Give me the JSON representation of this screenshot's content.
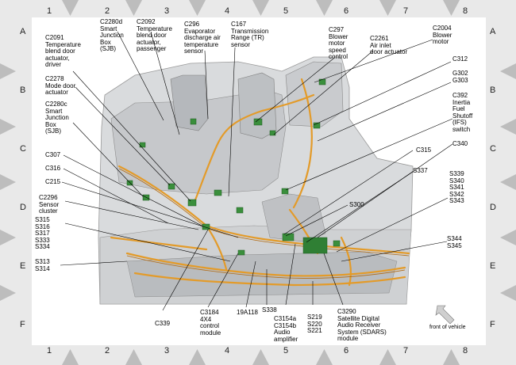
{
  "grid": {
    "columns": [
      "1",
      "2",
      "3",
      "4",
      "5",
      "6",
      "7",
      "8"
    ],
    "rows": [
      "A",
      "B",
      "C",
      "D",
      "E",
      "F"
    ]
  },
  "front_label": "front of vehicle",
  "labels": {
    "c2280d": "C2280d\nSmart\nJunction\nBox\n(SJB)",
    "c2092": "C2092\nTemperature\nblend door\nactuator,\npassenger",
    "c296": "C296\nEvaporator\ndischarge air\ntemperature\nsensor",
    "c167": "C167\nTransmission\nRange (TR)\nsensor",
    "c297": "C297\nBlower\nmotor\nspeed\ncontrol",
    "c2261": "C2261\nAir inlet\ndoor actuator",
    "c2004": "C2004\nBlower\nmotor",
    "c2091": "C2091\nTemperature\nblend door\nactuator,\ndriver",
    "c312": "C312",
    "g302": "G302\nG303",
    "c2278": "C2278\nMode door\nactuator",
    "c392": "C392\nInertia\nFuel\nShutoff\n(IFS)\nswitch",
    "c2280c": "C2280c\nSmart\nJunction\nBox\n(SJB)",
    "c315": "C315",
    "c340": "C340",
    "c307": "C307",
    "c316": "C316",
    "s337": "S337",
    "c215": "C215",
    "s339": "S339\nS340\nS341\nS342\nS343",
    "c2296": "C2296\nSensor\ncluster",
    "s300": "S300",
    "s315": "S315\nS316\nS317\nS333\nS334",
    "s344": "S344\nS345",
    "s313": "S313\nS314",
    "c339": "C339",
    "c3184": "C3184\n4X4\ncontrol\nmodule",
    "a118": "19A118",
    "s338": "S338",
    "c3154": "C3154a\nC3154b\nAudio\namplifier",
    "s219": "S219\nS220\nS221",
    "c3290": "C3290\nSatellite Digital\nAudio Receiver\nSystem (SDARS)\nmodule"
  }
}
